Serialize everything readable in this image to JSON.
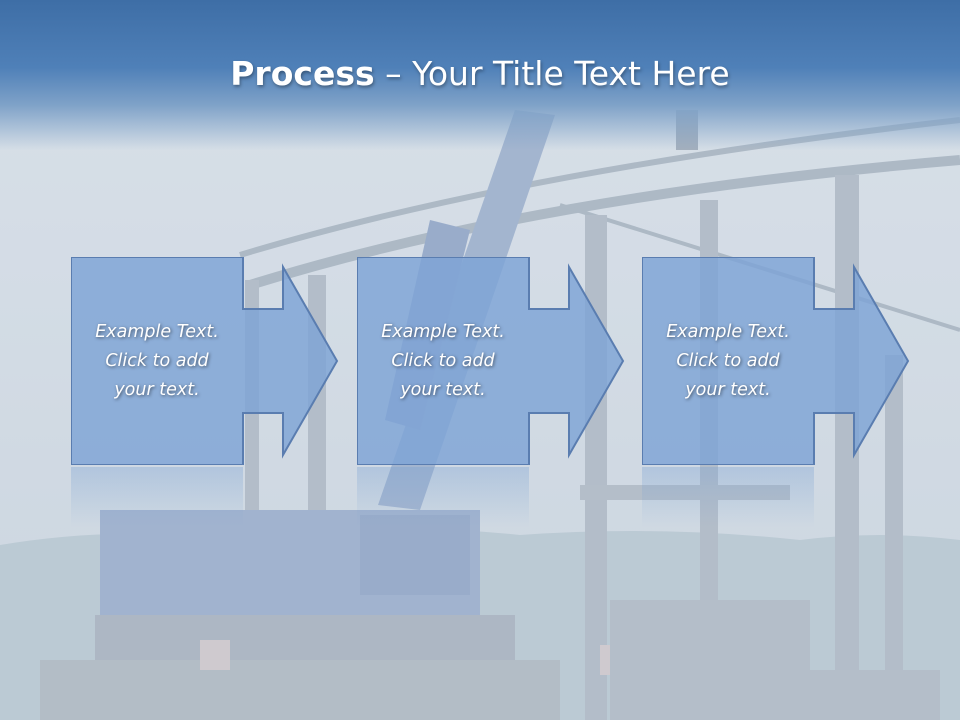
{
  "slide": {
    "title_bold": "Process",
    "title_rest": " – Your Title Text Here"
  },
  "steps": [
    {
      "text": "Example Text.\nClick  to add\nyour text."
    },
    {
      "text": "Example Text.\nClick  to add\nyour text."
    },
    {
      "text": "Example Text.\nClick  to add\nyour text."
    }
  ],
  "colors": {
    "title_band": "#3e6ea6",
    "box_fill": "#7ea3d6",
    "box_stroke": "#5a7db0"
  }
}
